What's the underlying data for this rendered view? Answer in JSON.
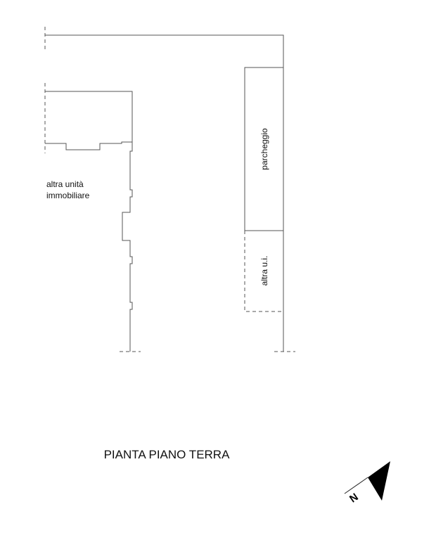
{
  "plan": {
    "title": "PIANTA PIANO TERRA",
    "labels": {
      "other_unit_line1": "altra unità",
      "other_unit_line2": "immobiliare",
      "parking": "parcheggio",
      "other_ui": "altra u.i."
    },
    "north_arrow": {
      "letter": "N"
    }
  }
}
